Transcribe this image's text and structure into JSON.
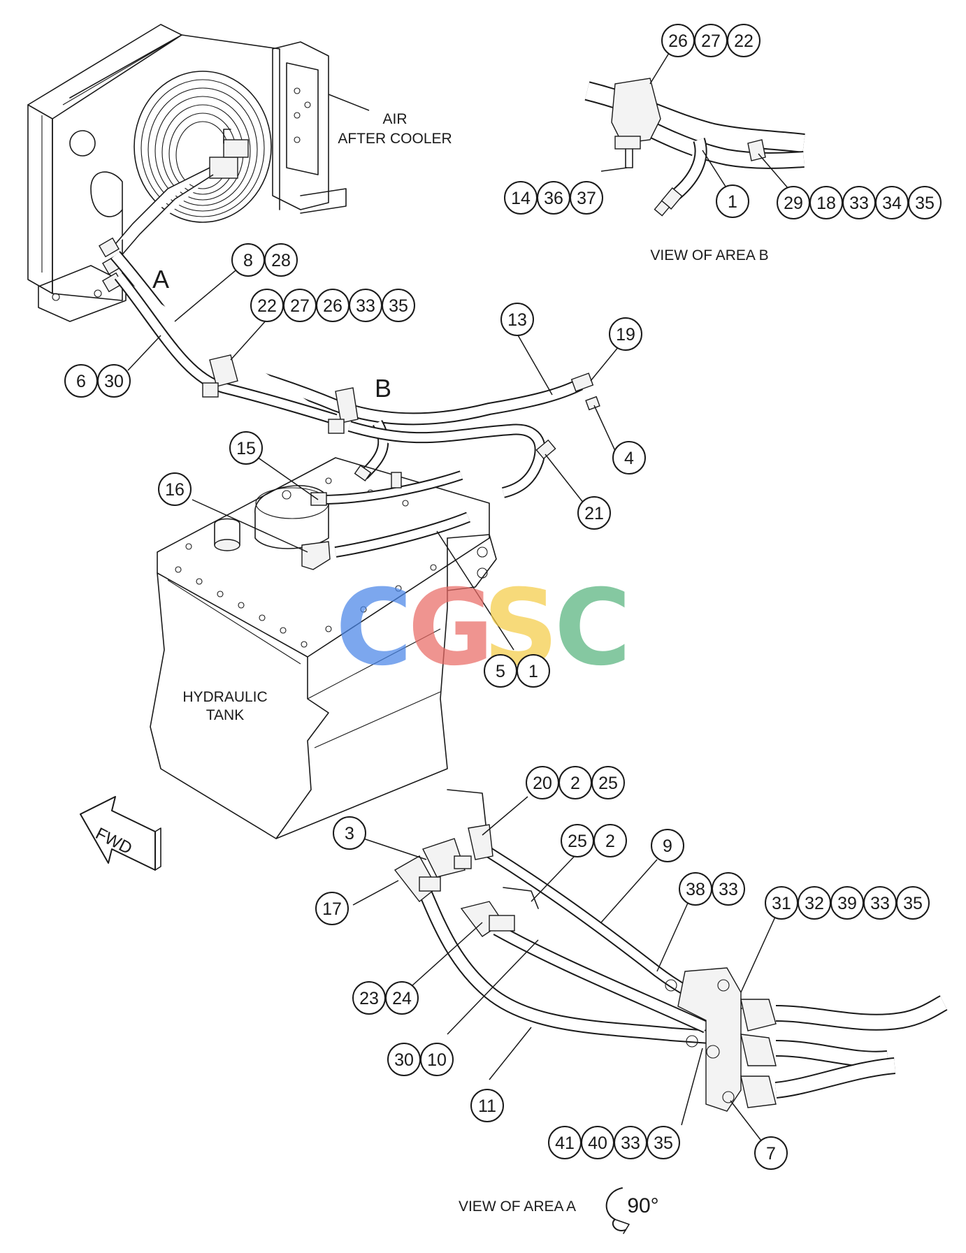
{
  "labels": {
    "air_after_cooler_1": "AIR",
    "air_after_cooler_2": "AFTER COOLER",
    "hydraulic_tank_1": "HYDRAULIC",
    "hydraulic_tank_2": "TANK",
    "area_a_letter": "A",
    "area_b_letter": "B",
    "view_area_b": "VIEW OF AREA B",
    "view_area_a": "VIEW OF AREA A",
    "rotation": "90°",
    "fwd": "FWD"
  },
  "watermark": {
    "letters": [
      "C",
      "G",
      "S",
      "C"
    ],
    "colors": [
      "#4a86e8",
      "#ea6b66",
      "#f5cd47",
      "#57b37e"
    ]
  },
  "callouts": {
    "view_b_top": [
      "26",
      "27",
      "22"
    ],
    "view_b_left": [
      "14",
      "36",
      "37"
    ],
    "view_b_mid": [
      "1"
    ],
    "view_b_right": [
      "29",
      "18",
      "33",
      "34",
      "35"
    ],
    "g8_28": [
      "8",
      "28"
    ],
    "g22_27_26_33_35": [
      "22",
      "27",
      "26",
      "33",
      "35"
    ],
    "g6_30": [
      "6",
      "30"
    ],
    "g13": [
      "13"
    ],
    "g19": [
      "19"
    ],
    "g4": [
      "4"
    ],
    "g15": [
      "15"
    ],
    "g16": [
      "16"
    ],
    "g21": [
      "21"
    ],
    "g5_1": [
      "5",
      "1"
    ],
    "g20_2_25": [
      "20",
      "2",
      "25"
    ],
    "g3": [
      "3"
    ],
    "g25_2": [
      "25",
      "2"
    ],
    "g9": [
      "9"
    ],
    "g17": [
      "17"
    ],
    "g38_33": [
      "38",
      "33"
    ],
    "g31_32_39_33_35": [
      "31",
      "32",
      "39",
      "33",
      "35"
    ],
    "g23_24": [
      "23",
      "24"
    ],
    "g30_10": [
      "30",
      "10"
    ],
    "g11": [
      "11"
    ],
    "g41_40_33_35": [
      "41",
      "40",
      "33",
      "35"
    ],
    "g7": [
      "7"
    ]
  }
}
